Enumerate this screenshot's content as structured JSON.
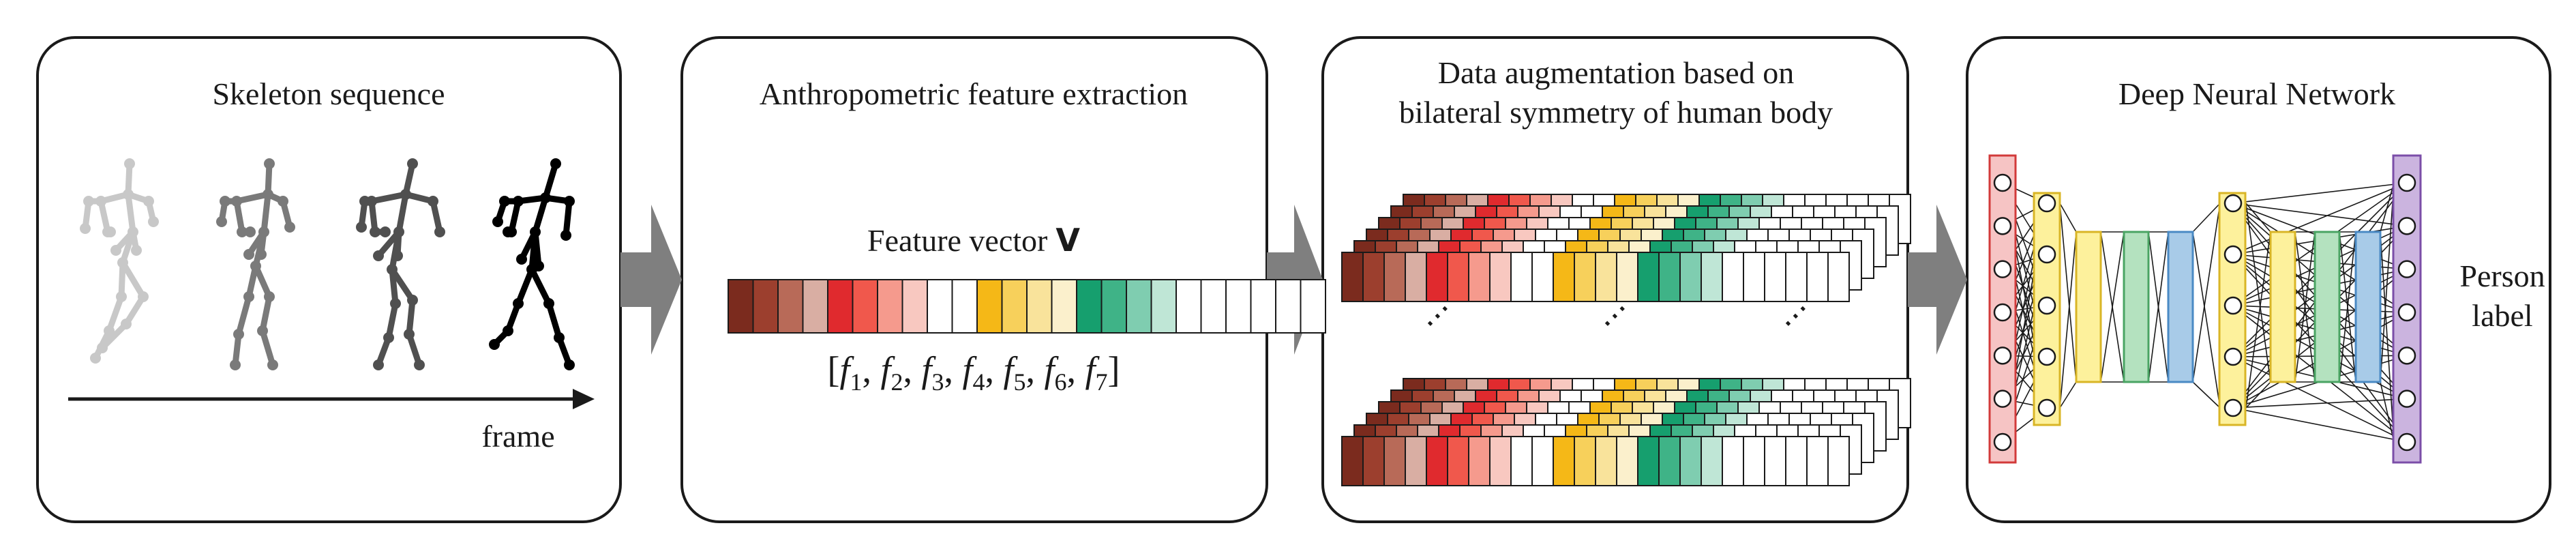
{
  "panels": {
    "skeleton": {
      "title": "Skeleton sequence",
      "axis_label": "frame"
    },
    "feature": {
      "title": "Anthropometric feature extraction",
      "vector_label": "Feature vector",
      "vector_symbol": "V",
      "terms": [
        "f",
        "f",
        "f",
        "f",
        "f",
        "f",
        "f"
      ],
      "subscripts": [
        "1",
        "2",
        "3",
        "4",
        "5",
        "6",
        "7"
      ]
    },
    "augment": {
      "title_line1": "Data augmentation based on",
      "title_line2": "bilateral symmetry of human body",
      "ellipsis": "⋯"
    },
    "network": {
      "title": "Deep Neural Network",
      "output_line1": "Person",
      "output_line2": "label"
    }
  },
  "palette": {
    "browns": [
      "#7b2b1e",
      "#9c3f2e",
      "#b86a58",
      "#d9aea3"
    ],
    "reds": [
      "#e02a2e",
      "#f0584c",
      "#f59a8d",
      "#f8c8c0"
    ],
    "yellows": [
      "#f5b817",
      "#f7d05b",
      "#f9e39b",
      "#fbf0cc"
    ],
    "greens": [
      "#169f6e",
      "#3fb387",
      "#7fcdb0",
      "#bfe6d6"
    ],
    "empty": "#ffffff",
    "skeleton_shades": [
      "#c8c8c8",
      "#7a7a7a",
      "#505050",
      "#000000"
    ],
    "layers": {
      "red": "#f6c4c4",
      "yellow": "#fdf19c",
      "green": "#b4e2bf",
      "blue": "#a8cbe8",
      "purple": "#cbb4df"
    }
  }
}
